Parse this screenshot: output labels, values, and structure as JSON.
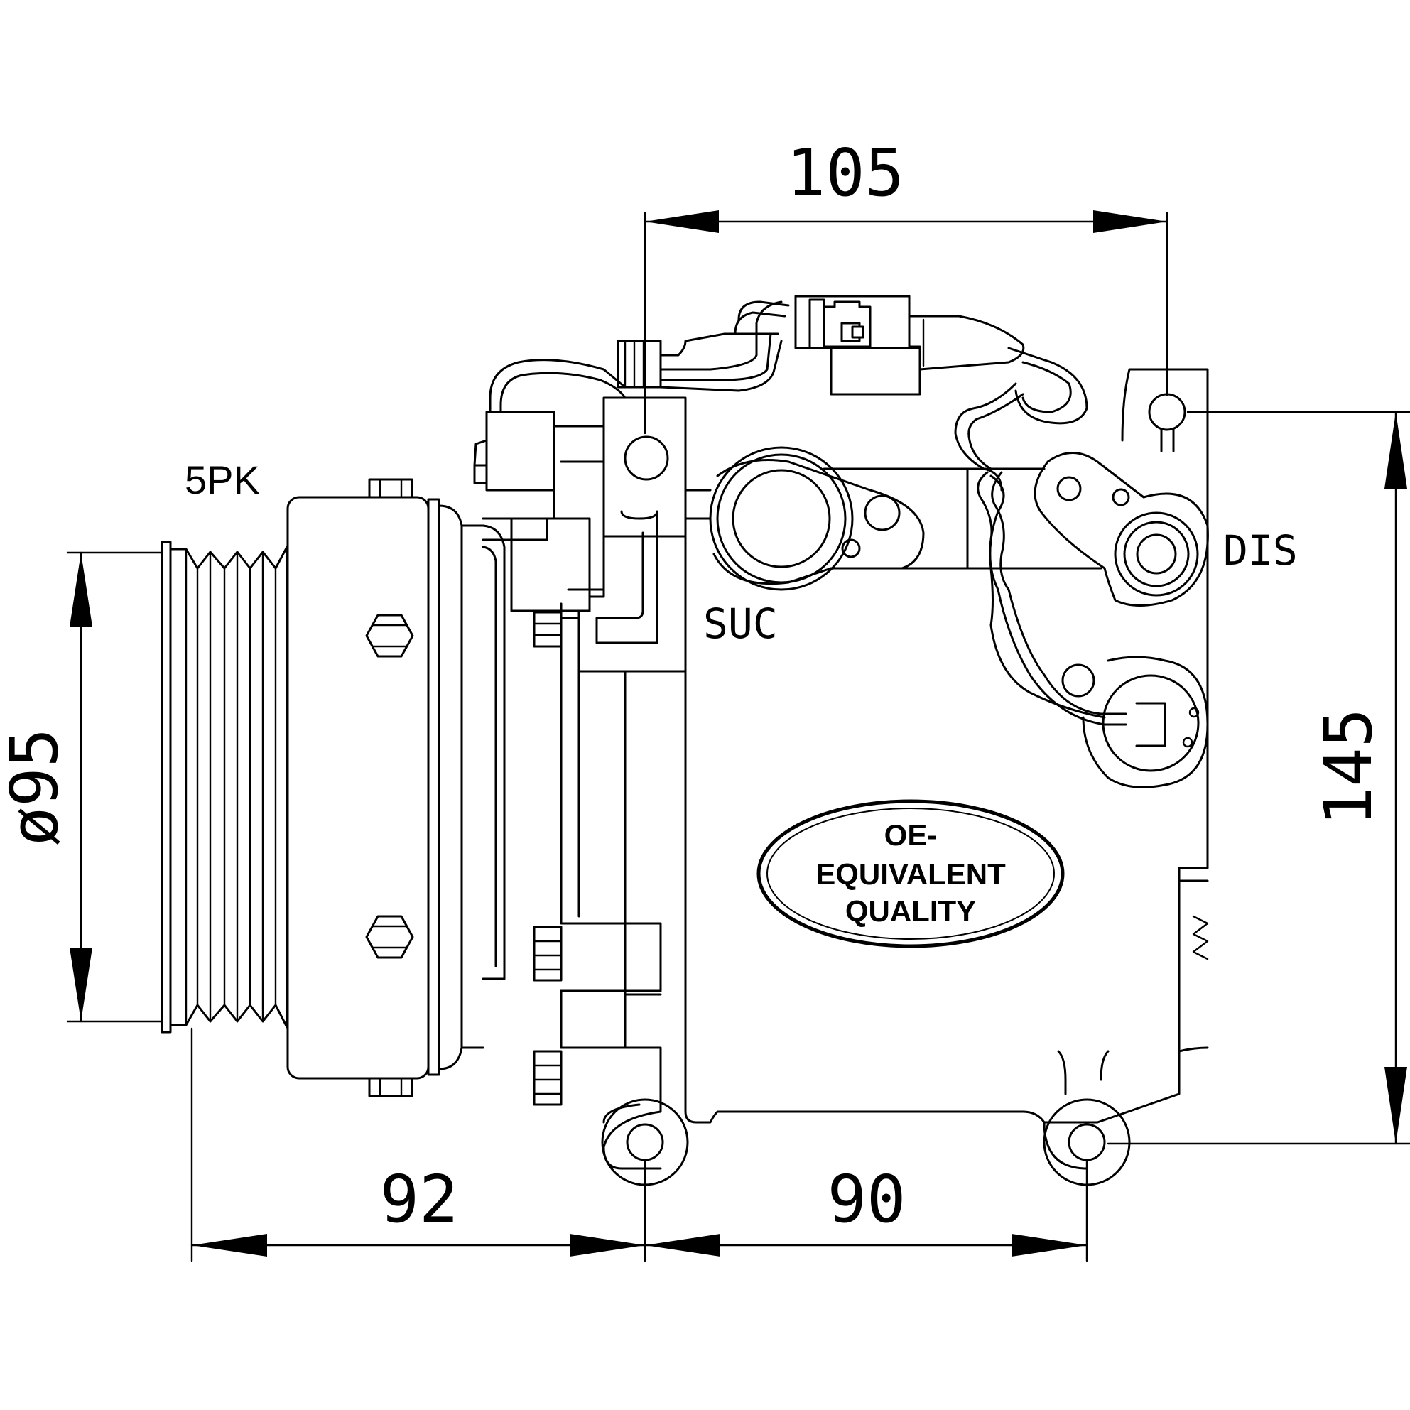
{
  "belt_label": "5PK",
  "ports": {
    "suction": "SUC",
    "discharge": "DIS"
  },
  "dimensions": {
    "pulley_diameter": "ø95",
    "top_width": "105",
    "height": "145",
    "pulley_offset": "92",
    "bottom_width": "90"
  },
  "badge": {
    "line1": "OE-",
    "line2": "EQUIVALENT",
    "line3": "QUALITY"
  }
}
